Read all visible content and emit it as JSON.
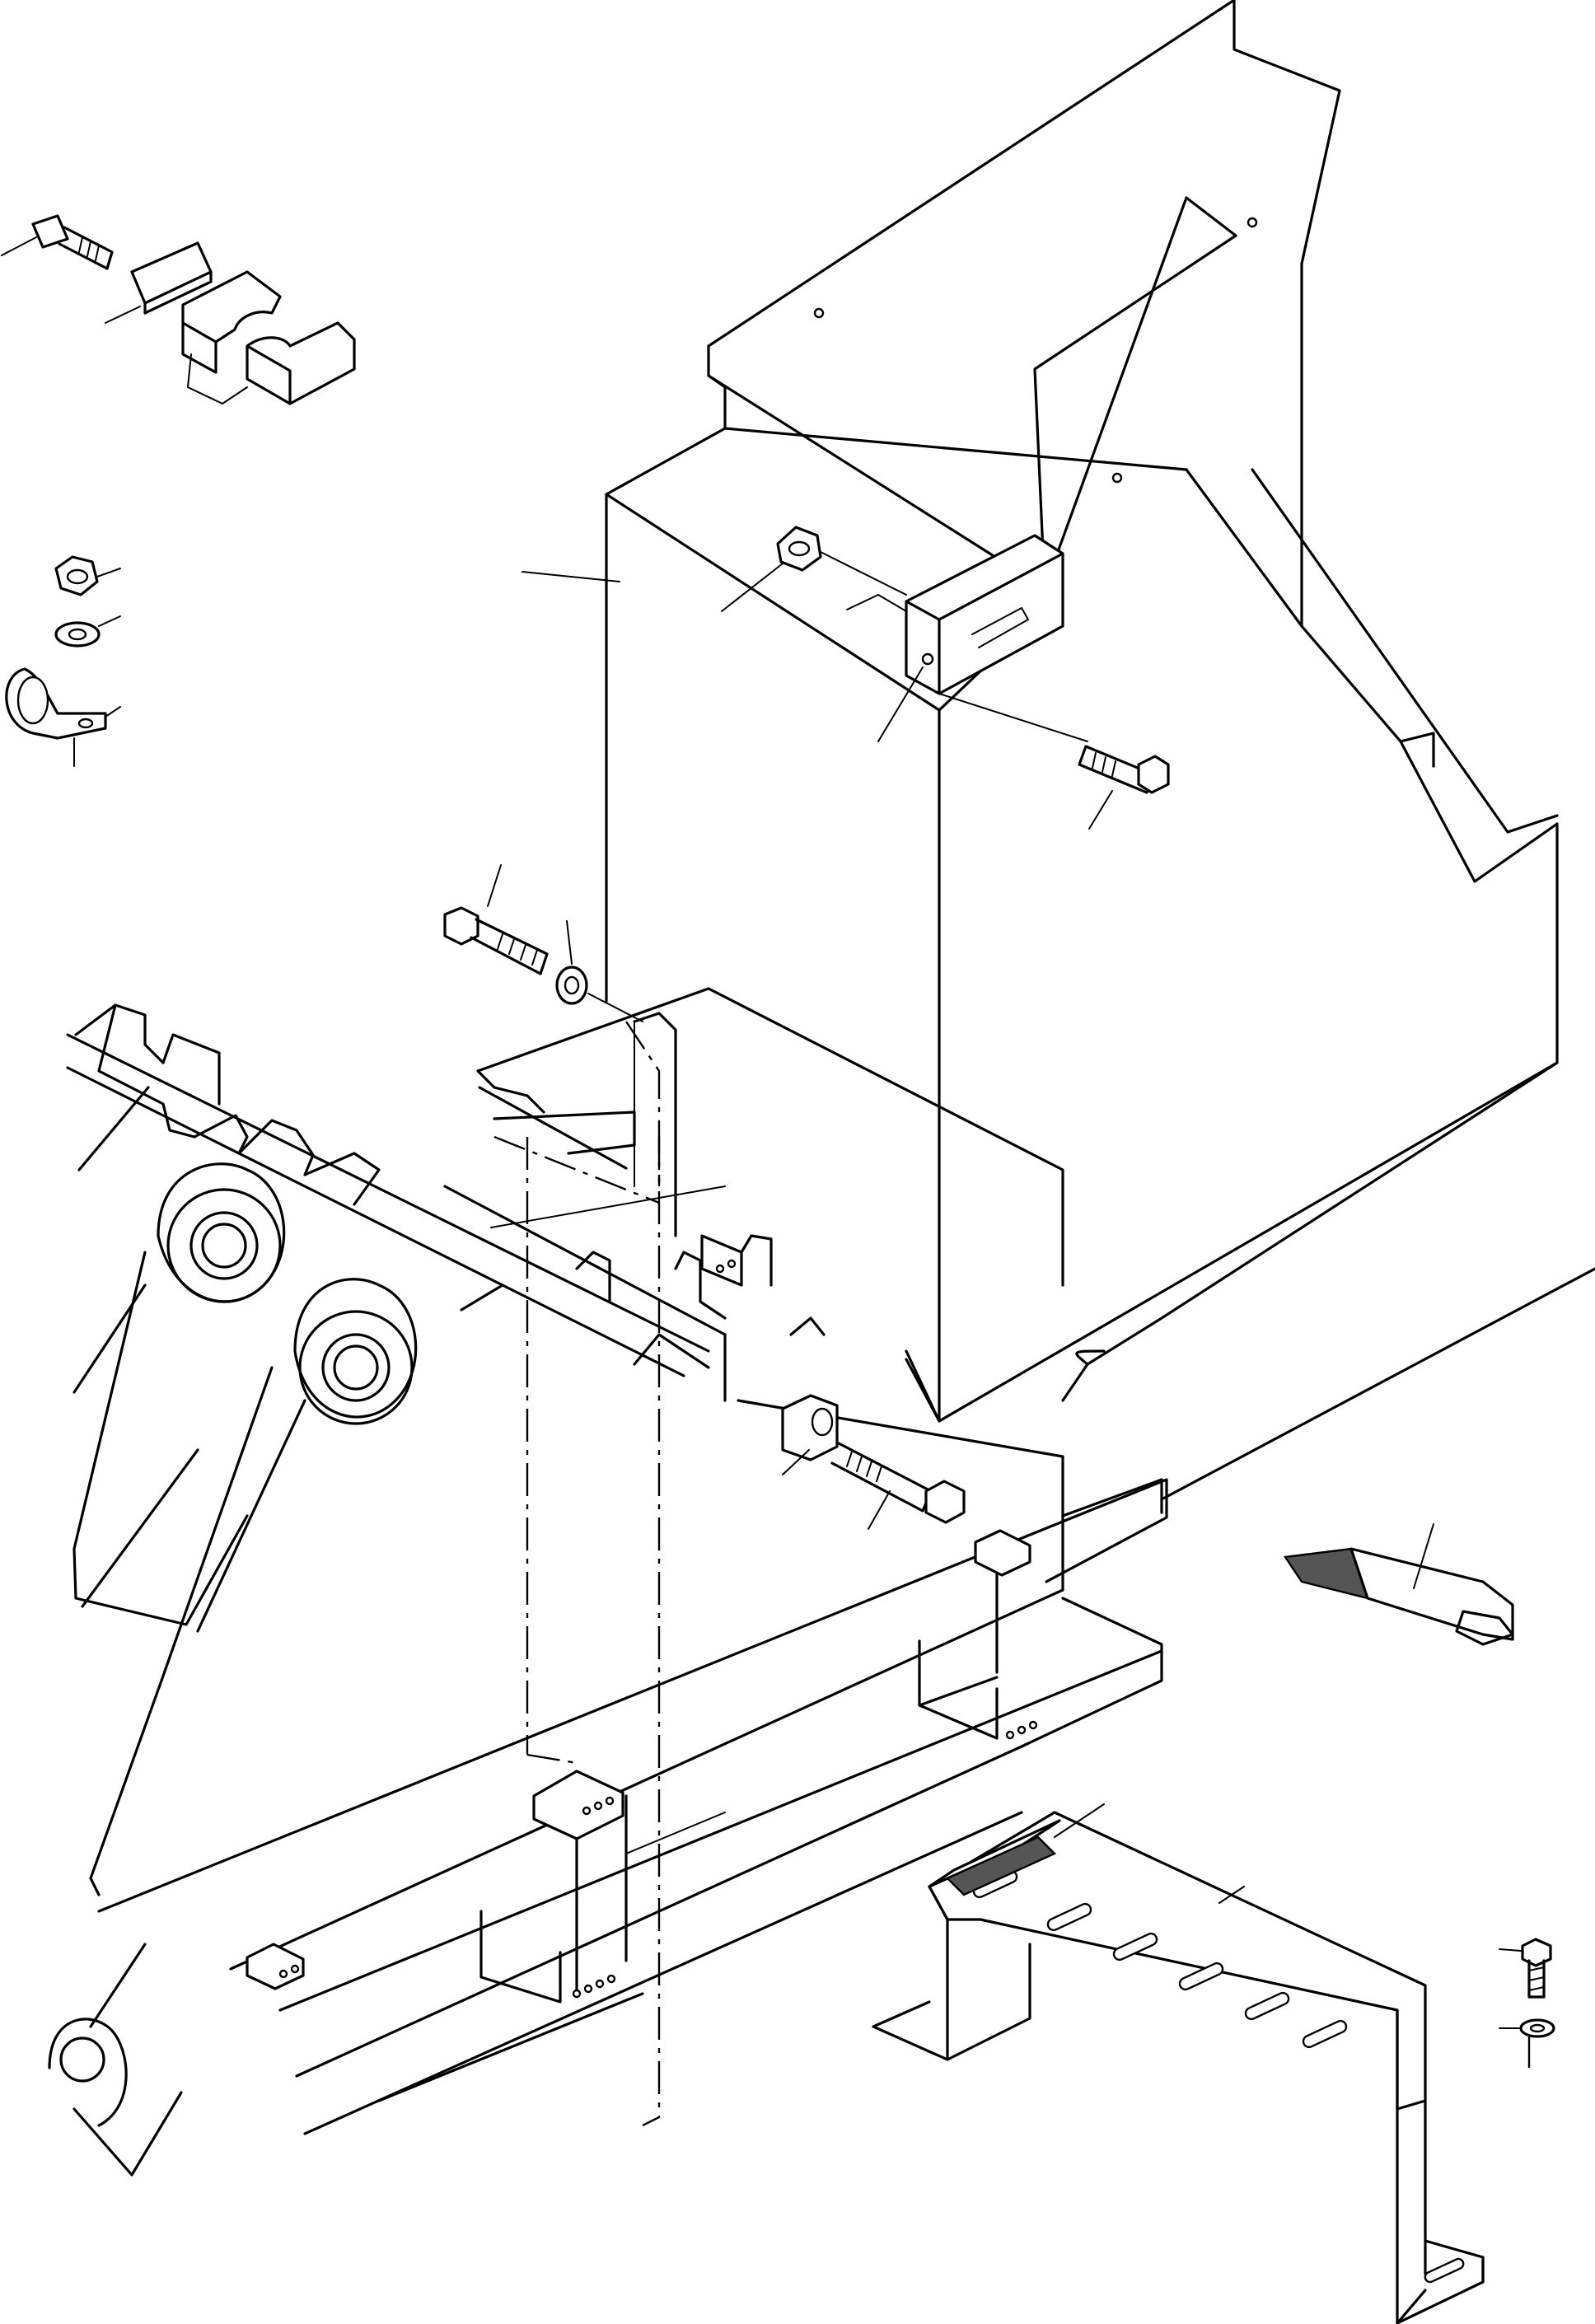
{
  "diagram": {
    "type": "exploded parts illustration",
    "line_color": "#000000",
    "background": "#ffffff",
    "parts": [
      "battery-box",
      "box-cover",
      "bolt-top-left",
      "plate",
      "clamp-halves",
      "nut",
      "washer",
      "pipe-clip",
      "bolt-mid",
      "washer-mid",
      "nut-box",
      "bolt-box",
      "spacer",
      "bolt-lower",
      "strap",
      "step",
      "bolt-step",
      "washer-step",
      "frame",
      "lift-arm"
    ]
  }
}
